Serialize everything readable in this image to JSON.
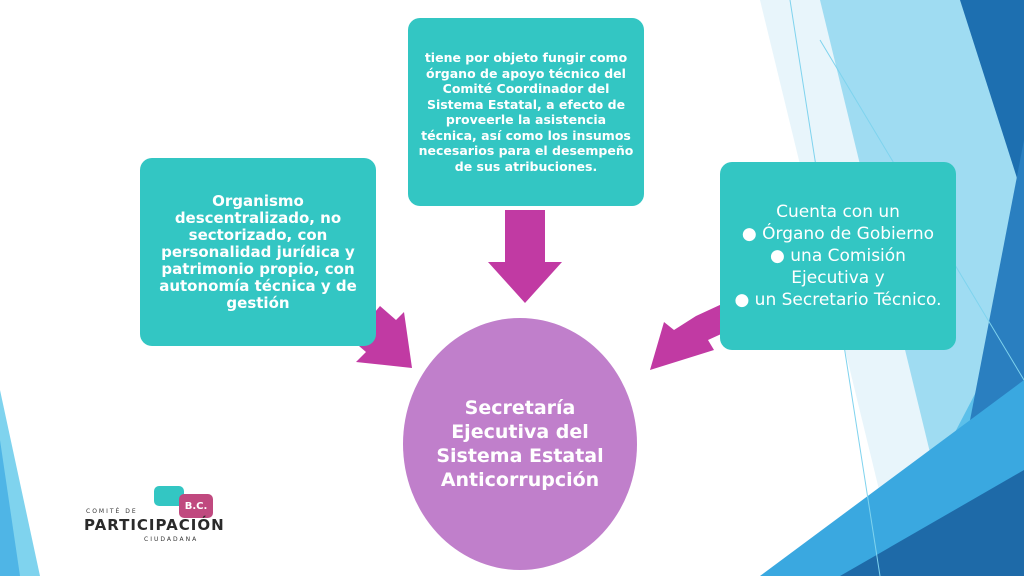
{
  "diagram": {
    "center": {
      "label": "Secretaría Ejecutiva del Sistema Estatal Anticorrupción"
    },
    "left_box": {
      "text": "Organismo descentralizado, no sectorizado, con personalidad jurídica y patrimonio propio, con autonomía técnica y de gestión"
    },
    "top_box": {
      "text": "tiene por objeto fungir como órgano de apoyo técnico del Comité Coordinador del Sistema Estatal, a efecto de proveerle la asistencia técnica, así como los insumos necesarios para el desempeño de sus atribuciones."
    },
    "right_box": {
      "intro": "Cuenta con un",
      "items": [
        "● Órgano de Gobierno",
        "● una Comisión Ejecutiva y",
        "● un Secretario Técnico."
      ]
    }
  },
  "logo": {
    "top_text": "COMITÉ DE",
    "main_text": "PARTICIPACIÓN",
    "bottom_text": "CIUDADANA",
    "badge_text": "B.C."
  },
  "colors": {
    "box": "#33c6c3",
    "circle": "#c07fcb",
    "arrow": "#c13aa3",
    "accent_blue": "#2a7fc0"
  }
}
